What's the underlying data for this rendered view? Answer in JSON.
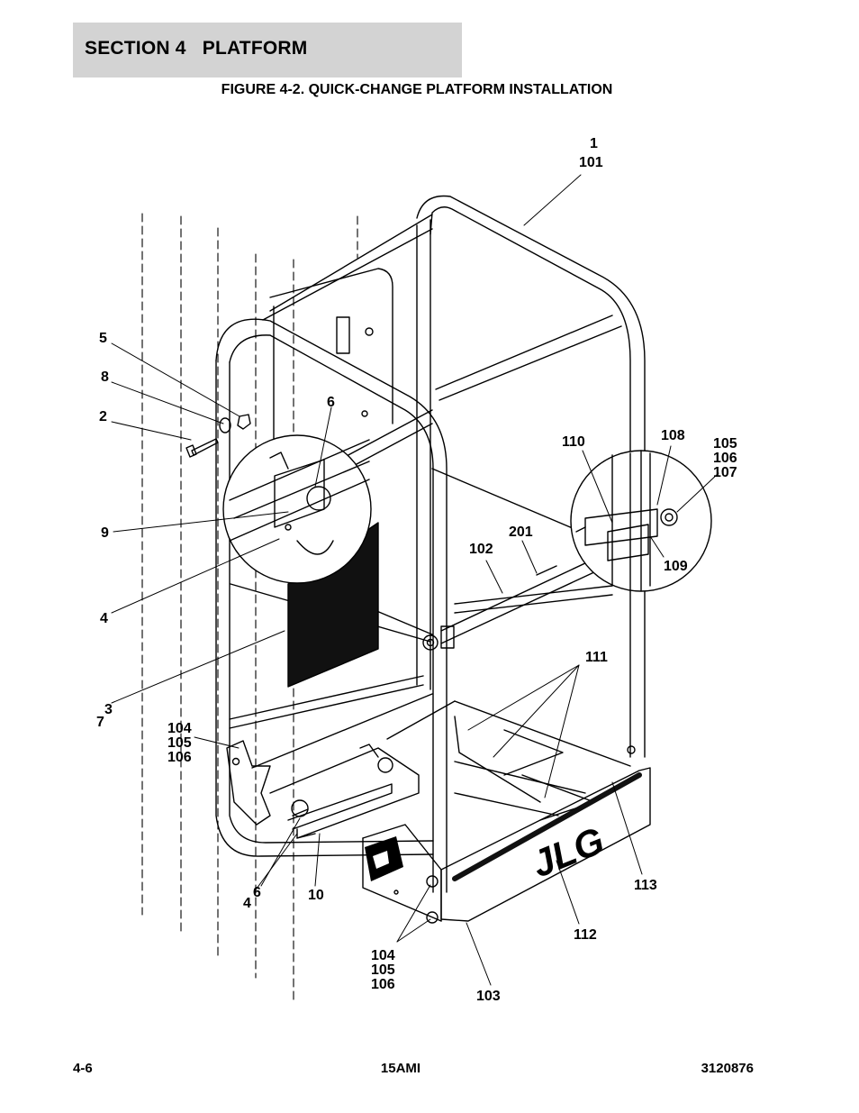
{
  "header": {
    "section": "SECTION 4   PLATFORM"
  },
  "figure": {
    "title": "FIGURE 4-2. QUICK-CHANGE PLATFORM INSTALLATION",
    "brand_mark": "JLG",
    "callouts": {
      "c1": "1",
      "c101": "101",
      "c5": "5",
      "c8": "8",
      "c2": "2",
      "c6_top": "6",
      "c9": "9",
      "c4_left": "4",
      "c3": "3",
      "c7": "7",
      "c110": "110",
      "c108": "108",
      "c105_right": "105",
      "c106_right": "106",
      "c107": "107",
      "c109": "109",
      "c201": "201",
      "c102": "102",
      "c111": "111",
      "c104_left": "104",
      "c105_left": "105",
      "c106_left": "106",
      "c6_bottom": "6",
      "c4_bottom": "4",
      "c10": "10",
      "c104_bottom": "104",
      "c105_bottom": "105",
      "c106_bottom": "106",
      "c103": "103",
      "c112": "112",
      "c113": "113"
    }
  },
  "footer": {
    "page": "4-6",
    "model": "15AMI",
    "doc_number": "3120876"
  }
}
